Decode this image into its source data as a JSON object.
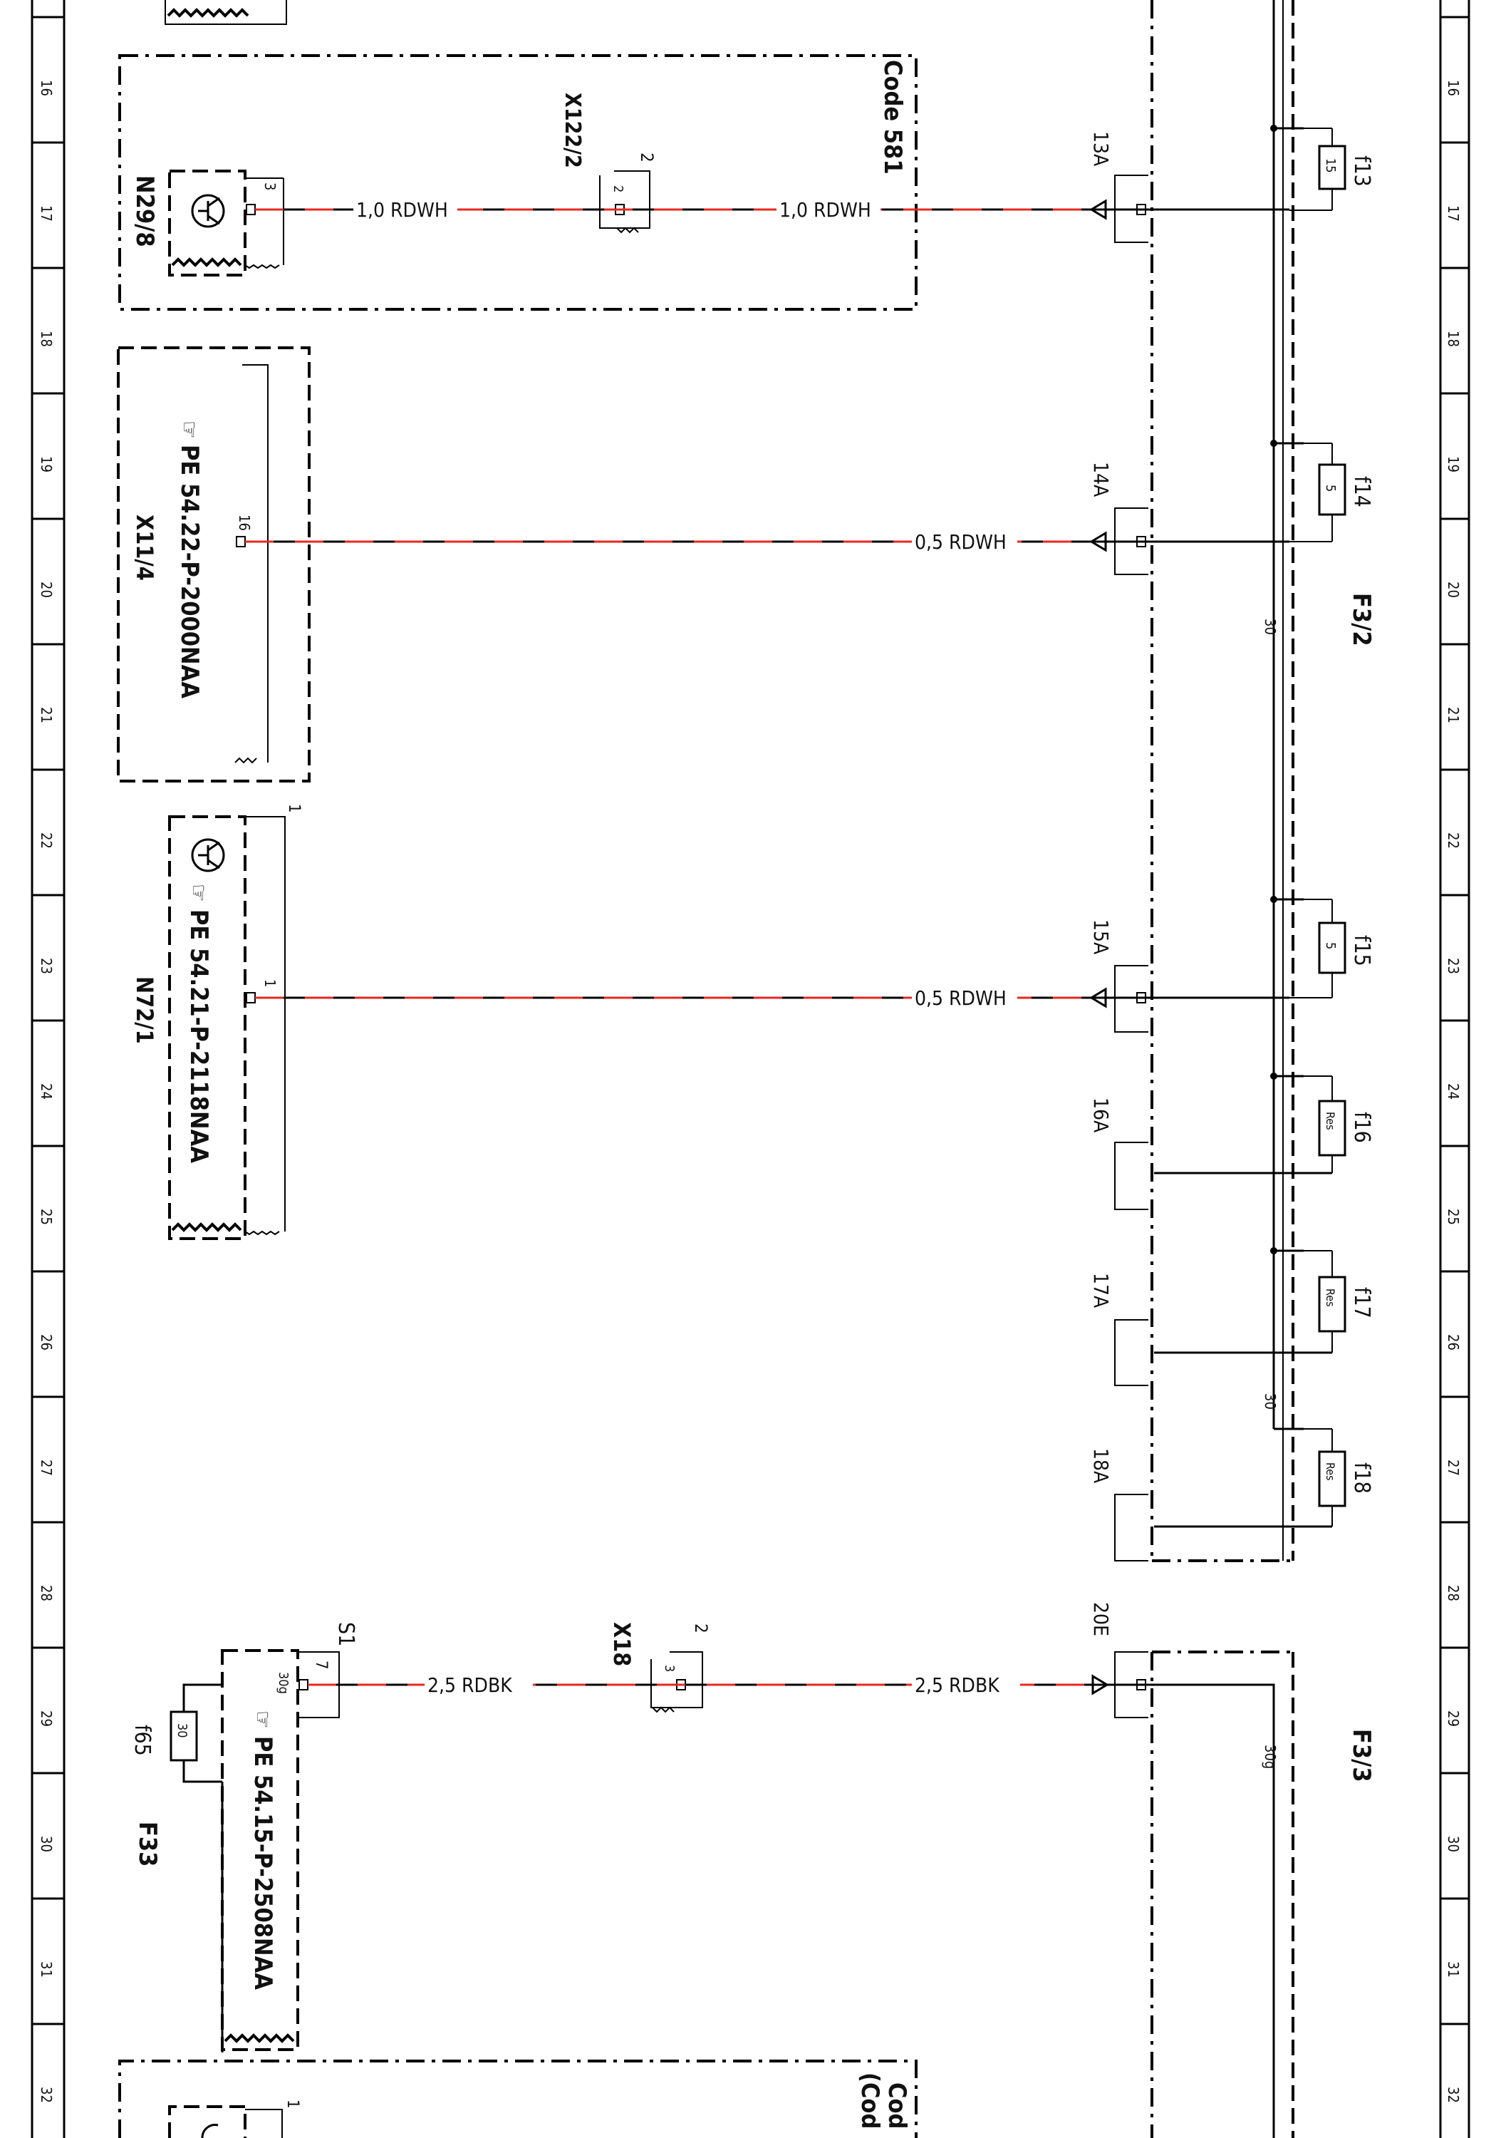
{
  "grid_numbers": [
    "16",
    "17",
    "18",
    "19",
    "20",
    "21",
    "22",
    "23",
    "24",
    "25",
    "26",
    "27",
    "28",
    "29",
    "30",
    "31",
    "32"
  ],
  "wires": {
    "w_1_0_rdwh": "1,0 RDWH",
    "w_0_5_rdwh": "0,5 RDWH",
    "w_2_5_rdbk": "2,5 RDBK"
  },
  "connectors": {
    "c13a": "13A",
    "c14a": "14A",
    "c15a": "15A",
    "c16a": "16A",
    "c17a": "17A",
    "c18a": "18A",
    "c20e": "20E"
  },
  "fuses": {
    "f13": "f13",
    "f13_val": "15",
    "f14": "f14",
    "f14_val": "5",
    "f15": "f15",
    "f15_val": "5",
    "f16": "f16",
    "f16_val": "Res",
    "f17": "f17",
    "f17_val": "Res",
    "f18": "f18",
    "f18_val": "Res",
    "f65": "f65",
    "f65_val": "30"
  },
  "components": {
    "code_581": "Code 581",
    "code_bottom_1": "Cod",
    "code_bottom_2": "(Cod",
    "x122_2": "X122/2",
    "n29_8": "N29/8",
    "x11_4": "X11/4",
    "n72_1": "N72/1",
    "x18": "X18",
    "s1": "S1",
    "f33": "F33",
    "f3_2": "F3/2",
    "f3_3": "F3/3",
    "bus_30": "30",
    "bus_30_b": "30",
    "bus_30g": "30g",
    "pin_30g": "30g"
  },
  "refs": {
    "pe1": "PE 54.22-P-2000NAA",
    "pe2": "PE 54.21-P-2118NAA",
    "pe3": "PE 54.15-P-2508NAA"
  },
  "pins": {
    "n29_pin": "3",
    "x122_top": "2",
    "x122_pin": "2",
    "x11_pin": "16",
    "n72_top": "1",
    "n72_pin": "1",
    "x18_top": "2",
    "x18_pin": "3",
    "s1_pin": "7",
    "bottom_pin": "1"
  }
}
